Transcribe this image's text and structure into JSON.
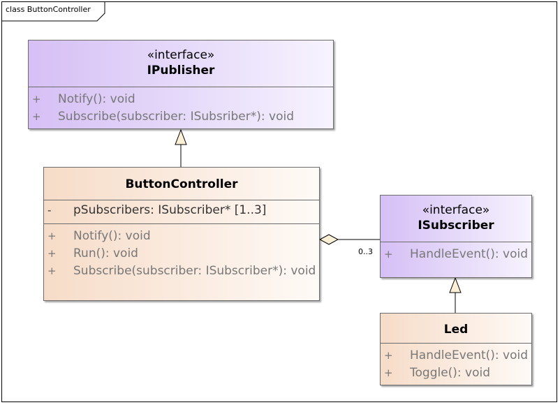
{
  "frame": {
    "label": "class ButtonController"
  },
  "classes": {
    "ipublisher": {
      "stereotype": "«interface»",
      "name": "IPublisher",
      "operations": [
        {
          "vis": "+",
          "text": "Notify(): void"
        },
        {
          "vis": "+",
          "text": "Subscribe(subscriber: ISubsriber*): void"
        }
      ]
    },
    "buttoncontroller": {
      "name": "ButtonController",
      "attributes": [
        {
          "vis": "-",
          "text": "pSubscribers: ISubscriber* [1..3]"
        }
      ],
      "operations": [
        {
          "vis": "+",
          "text": "Notify(): void"
        },
        {
          "vis": "+",
          "text": "Run(): void"
        },
        {
          "vis": "+",
          "text": "Subscribe(subscriber: ISubscriber*): void"
        }
      ]
    },
    "isubscriber": {
      "stereotype": "«interface»",
      "name": "ISubscriber",
      "operations": [
        {
          "vis": "+",
          "text": "HandleEvent(): void"
        }
      ]
    },
    "led": {
      "name": "Led",
      "operations": [
        {
          "vis": "+",
          "text": "HandleEvent(): void"
        },
        {
          "vis": "+",
          "text": "Toggle(): void"
        }
      ]
    }
  },
  "relations": {
    "aggregation_multiplicity": "0..3"
  },
  "colors": {
    "interface_fill": "#d6bff5",
    "class_fill": "#f6dcc8",
    "border": "#6b6b6b"
  }
}
